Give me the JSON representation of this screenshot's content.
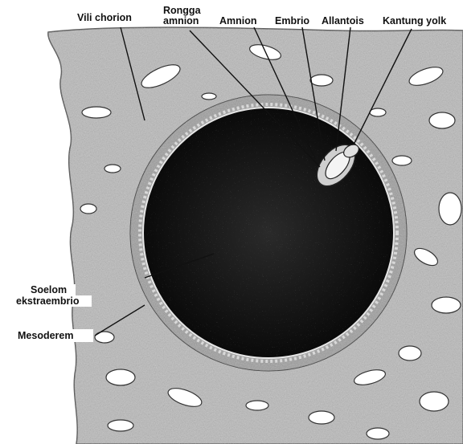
{
  "labels": {
    "vili_chorion": "Vili chorion",
    "rongga_amnion_line1": "Rongga",
    "rongga_amnion_line2": "amnion",
    "amnion": "Amnion",
    "embrio": "Embrio",
    "allantois": "Allantois",
    "kantung_yolk": "Kantung yolk",
    "soelom_line1": "Soelom",
    "soelom_line2": "ekstraembrio",
    "mesoderem": "Mesoderem"
  },
  "colors": {
    "background": "#ffffff",
    "tissue": "#b9b9b9",
    "tissue_dark": "#6e6e6e",
    "cavity": "#141414",
    "label_text": "#111111"
  }
}
